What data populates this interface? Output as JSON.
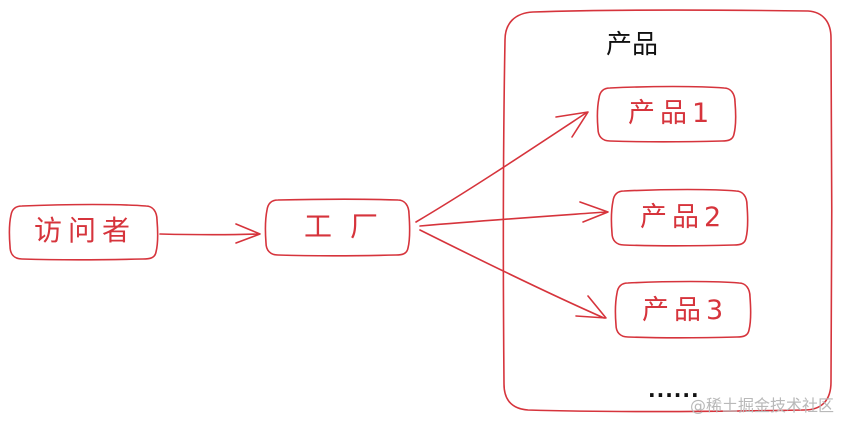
{
  "diagram": {
    "stroke_color": "#d6343c",
    "nodes": {
      "visitor": "访问者",
      "factory": "工厂",
      "group_title": "产品",
      "products": [
        "产品1",
        "产品2",
        "产品3"
      ],
      "ellipsis": "......"
    }
  },
  "watermark": "@稀土掘金技术社区"
}
